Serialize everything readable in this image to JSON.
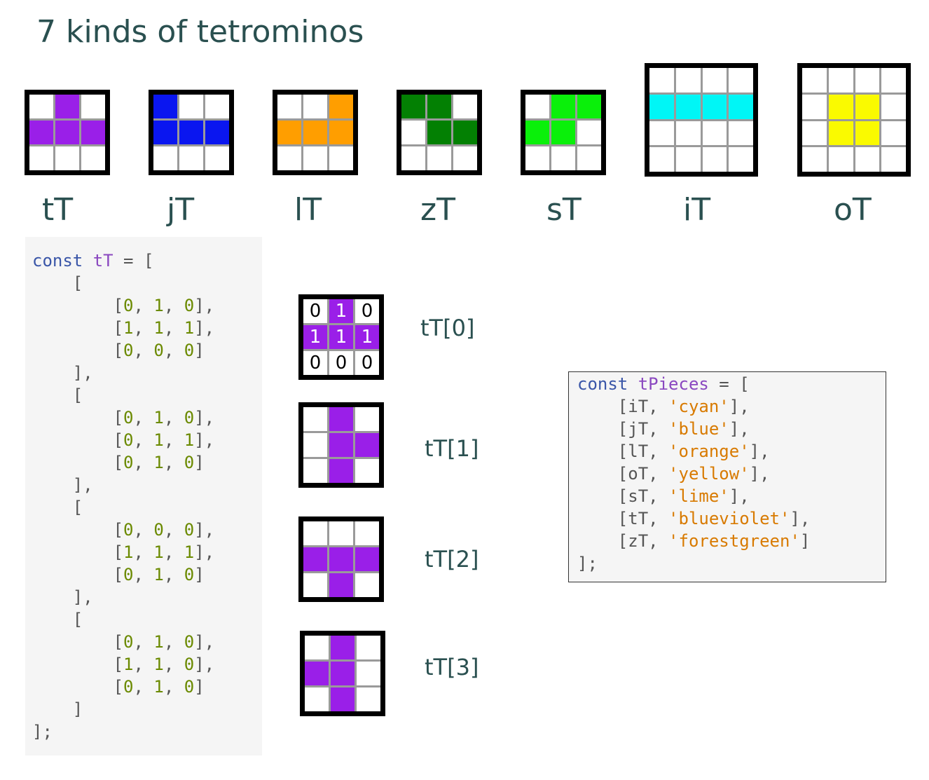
{
  "title": "7 kinds of tetrominos",
  "pieces": [
    {
      "label": "tT",
      "color": "#9a1fe8",
      "size": 3,
      "grid": [
        [
          0,
          1,
          0
        ],
        [
          1,
          1,
          1
        ],
        [
          0,
          0,
          0
        ]
      ]
    },
    {
      "label": "jT",
      "color": "#0a16f0",
      "size": 3,
      "grid": [
        [
          1,
          0,
          0
        ],
        [
          1,
          1,
          1
        ],
        [
          0,
          0,
          0
        ]
      ]
    },
    {
      "label": "lT",
      "color": "#ff9e00",
      "size": 3,
      "grid": [
        [
          0,
          0,
          1
        ],
        [
          1,
          1,
          1
        ],
        [
          0,
          0,
          0
        ]
      ]
    },
    {
      "label": "zT",
      "color": "#038003",
      "size": 3,
      "grid": [
        [
          1,
          1,
          0
        ],
        [
          0,
          1,
          1
        ],
        [
          0,
          0,
          0
        ]
      ]
    },
    {
      "label": "sT",
      "color": "#0af00a",
      "size": 3,
      "grid": [
        [
          0,
          1,
          1
        ],
        [
          1,
          1,
          0
        ],
        [
          0,
          0,
          0
        ]
      ]
    },
    {
      "label": "iT",
      "color": "#00f6f6",
      "size": 4,
      "grid": [
        [
          0,
          0,
          0,
          0
        ],
        [
          1,
          1,
          1,
          1
        ],
        [
          0,
          0,
          0,
          0
        ],
        [
          0,
          0,
          0,
          0
        ]
      ]
    },
    {
      "label": "oT",
      "color": "#fafa00",
      "size": 4,
      "grid": [
        [
          0,
          0,
          0,
          0
        ],
        [
          0,
          1,
          1,
          0
        ],
        [
          0,
          1,
          1,
          0
        ],
        [
          0,
          0,
          0,
          0
        ]
      ]
    }
  ],
  "rotations": [
    {
      "label": "tT[0]",
      "show_numbers": true,
      "grid": [
        [
          0,
          1,
          0
        ],
        [
          1,
          1,
          1
        ],
        [
          0,
          0,
          0
        ]
      ]
    },
    {
      "label": "tT[1]",
      "show_numbers": false,
      "grid": [
        [
          0,
          1,
          0
        ],
        [
          0,
          1,
          1
        ],
        [
          0,
          1,
          0
        ]
      ]
    },
    {
      "label": "tT[2]",
      "show_numbers": false,
      "grid": [
        [
          0,
          0,
          0
        ],
        [
          1,
          1,
          1
        ],
        [
          0,
          1,
          0
        ]
      ]
    },
    {
      "label": "tT[3]",
      "show_numbers": false,
      "grid": [
        [
          0,
          1,
          0
        ],
        [
          1,
          1,
          0
        ],
        [
          0,
          1,
          0
        ]
      ]
    }
  ],
  "rotation_color": "#9a1fe8",
  "code_left": {
    "keyword": "const",
    "name": "tT",
    "open": " = [",
    "close": "];",
    "rotations": [
      [
        [
          0,
          1,
          0
        ],
        [
          1,
          1,
          1
        ],
        [
          0,
          0,
          0
        ]
      ],
      [
        [
          0,
          1,
          0
        ],
        [
          0,
          1,
          1
        ],
        [
          0,
          1,
          0
        ]
      ],
      [
        [
          0,
          0,
          0
        ],
        [
          1,
          1,
          1
        ],
        [
          0,
          1,
          0
        ]
      ],
      [
        [
          0,
          1,
          0
        ],
        [
          1,
          1,
          0
        ],
        [
          0,
          1,
          0
        ]
      ]
    ]
  },
  "code_right": {
    "keyword": "const",
    "name": "tPieces",
    "open": " = [",
    "close": "];",
    "entries": [
      {
        "id": "iT",
        "color": "'cyan'"
      },
      {
        "id": "jT",
        "color": "'blue'"
      },
      {
        "id": "lT",
        "color": "'orange'"
      },
      {
        "id": "oT",
        "color": "'yellow'"
      },
      {
        "id": "sT",
        "color": "'lime'"
      },
      {
        "id": "tT",
        "color": "'blueviolet'"
      },
      {
        "id": "zT",
        "color": "'forestgreen'"
      }
    ]
  }
}
